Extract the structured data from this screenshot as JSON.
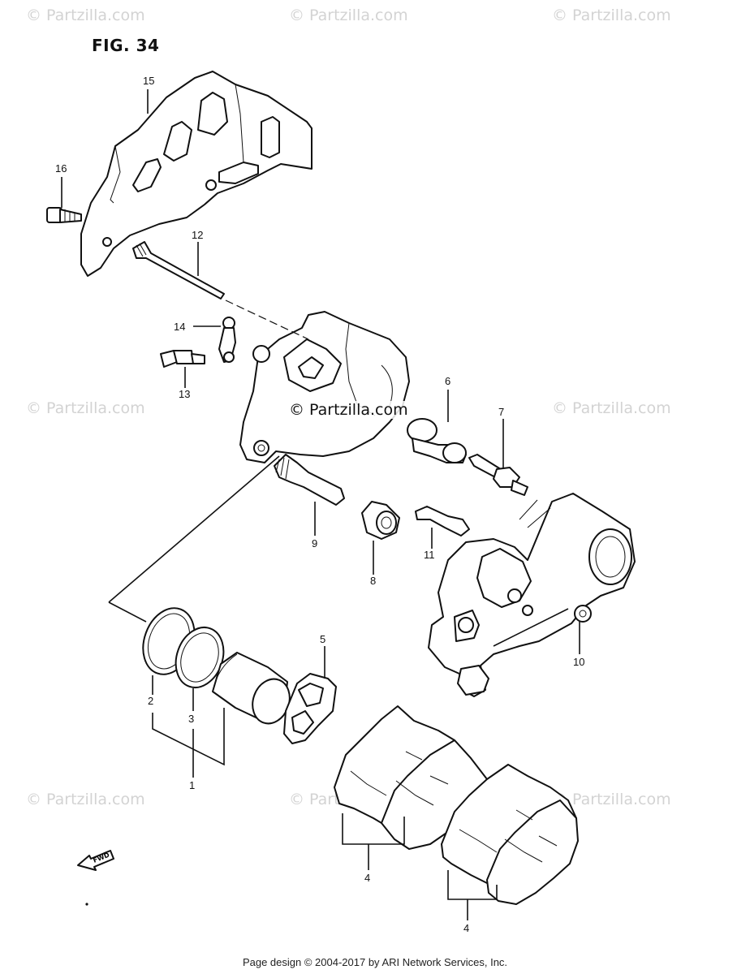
{
  "watermark": "© Partzilla.com",
  "figure_title": "FIG. 34",
  "center_watermark": "© Partzilla.com",
  "callouts": [
    "15",
    "16",
    "12",
    "14",
    "13",
    "6",
    "7",
    "9",
    "8",
    "11",
    "10",
    "5",
    "2",
    "3",
    "1",
    "4",
    "4"
  ],
  "fwd_label": "FWD",
  "footer": "Page design © 2004-2017 by ARI Network Services, Inc."
}
